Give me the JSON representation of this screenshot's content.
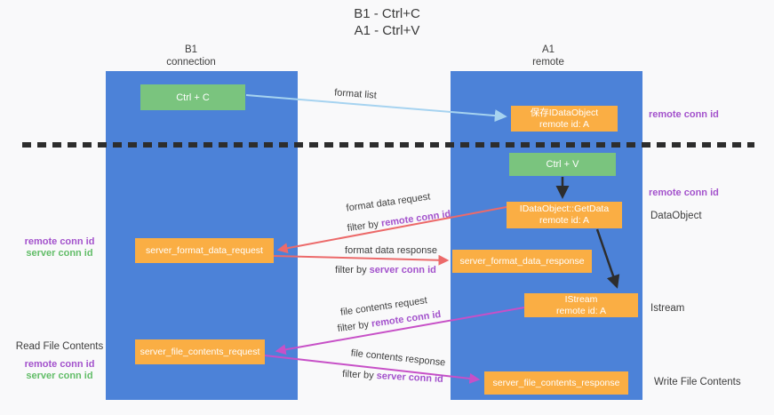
{
  "title": {
    "line1": "B1 - Ctrl+C",
    "line2": "A1 - Ctrl+V"
  },
  "lanes": {
    "b1": {
      "name": "B1",
      "role": "connection"
    },
    "a1": {
      "name": "A1",
      "role": "remote"
    }
  },
  "boxes": {
    "ctrl_c": {
      "label": "Ctrl + C"
    },
    "ctrl_v": {
      "label": "Ctrl + V"
    },
    "save_idataobject": {
      "line1": "保存IDataObject",
      "line2": "remote id: A"
    },
    "idataobject_getdata": {
      "line1": "IDataObject::GetData",
      "line2": "remote id: A"
    },
    "istream": {
      "line1": "IStream",
      "line2": "remote id: A"
    },
    "server_format_data_request": {
      "label": "server_format_data_request"
    },
    "server_format_data_response": {
      "label": "server_format_data_response"
    },
    "server_file_contents_request": {
      "label": "server_file_contents_request"
    },
    "server_file_contents_response": {
      "label": "server_file_contents_response"
    }
  },
  "arrow_labels": {
    "format_list": "format list",
    "format_data_request": "format data request",
    "format_data_response": "format data response",
    "file_contents_request": "file contents request",
    "file_contents_response": "file contents response",
    "filter_by": "filter by ",
    "remote_conn_id": "remote conn id",
    "server_conn_id": "server conn id"
  },
  "side_labels": {
    "remote_conn_id_top": "remote conn id",
    "remote_conn_id_mid": "remote conn id",
    "dataobject": "DataObject",
    "istream": "Istream",
    "write_file_contents": "Write File Contents",
    "read_file_contents": "Read File Contents",
    "left_remote_conn_id": "remote conn id",
    "left_server_conn_id": "server conn id",
    "read_remote_conn_id": "remote conn id",
    "read_server_conn_id": "server conn id"
  },
  "colors": {
    "panel-blue": "#4c82d8",
    "box-green": "#7ac47e",
    "box-orange": "#faae44",
    "purple": "#a352cc",
    "green": "#62bd68",
    "red": "#ec6a6a",
    "magenta": "#c750c7",
    "lightblue": "#a6d3f0",
    "ink": "#3e3e3e",
    "dash": "#2d2d2d"
  }
}
